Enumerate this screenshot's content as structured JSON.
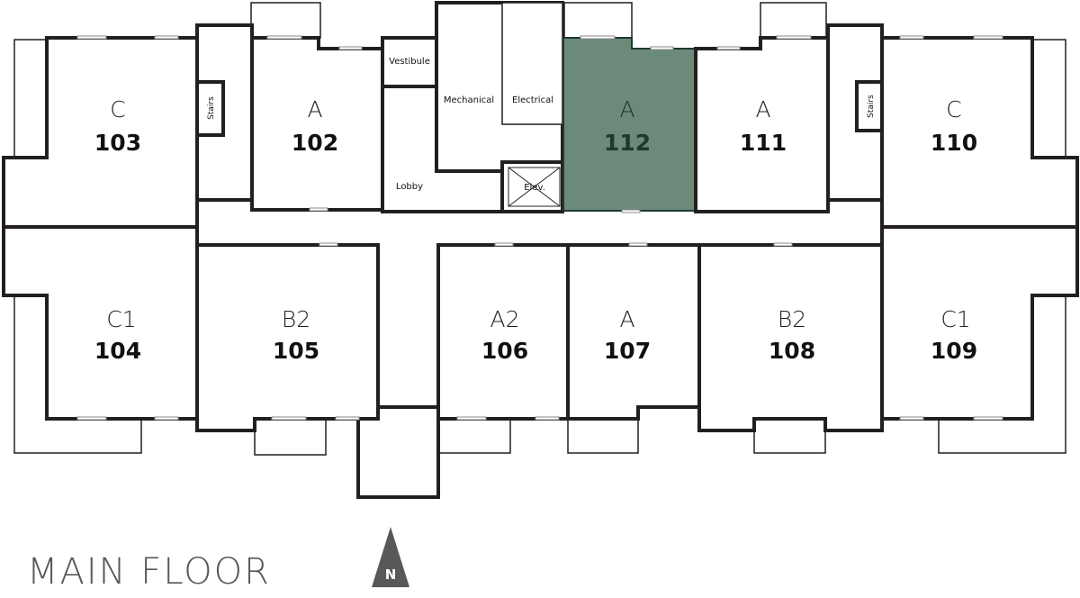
{
  "title": "MAIN FLOOR",
  "north_label": "N",
  "colors": {
    "highlight": "#6b8a7a",
    "highlight_text": "#1a3a2e",
    "wall": "#231f20",
    "title": "#58585a"
  },
  "rooms": {
    "vestibule": "Vestibule",
    "lobby": "Lobby",
    "mechanical": "Mechanical",
    "electrical": "Electrical",
    "elevator": "Elev.",
    "stairs_left": "Stairs",
    "stairs_right": "Stairs"
  },
  "units": {
    "u103": {
      "type": "C",
      "number": "103"
    },
    "u102": {
      "type": "A",
      "number": "102"
    },
    "u112": {
      "type": "A",
      "number": "112",
      "selected": true
    },
    "u111": {
      "type": "A",
      "number": "111"
    },
    "u110": {
      "type": "C",
      "number": "110"
    },
    "u104": {
      "type": "C1",
      "number": "104"
    },
    "u105": {
      "type": "B2",
      "number": "105"
    },
    "u106": {
      "type": "A2",
      "number": "106"
    },
    "u107": {
      "type": "A",
      "number": "107"
    },
    "u108": {
      "type": "B2",
      "number": "108"
    },
    "u109": {
      "type": "C1",
      "number": "109"
    }
  }
}
